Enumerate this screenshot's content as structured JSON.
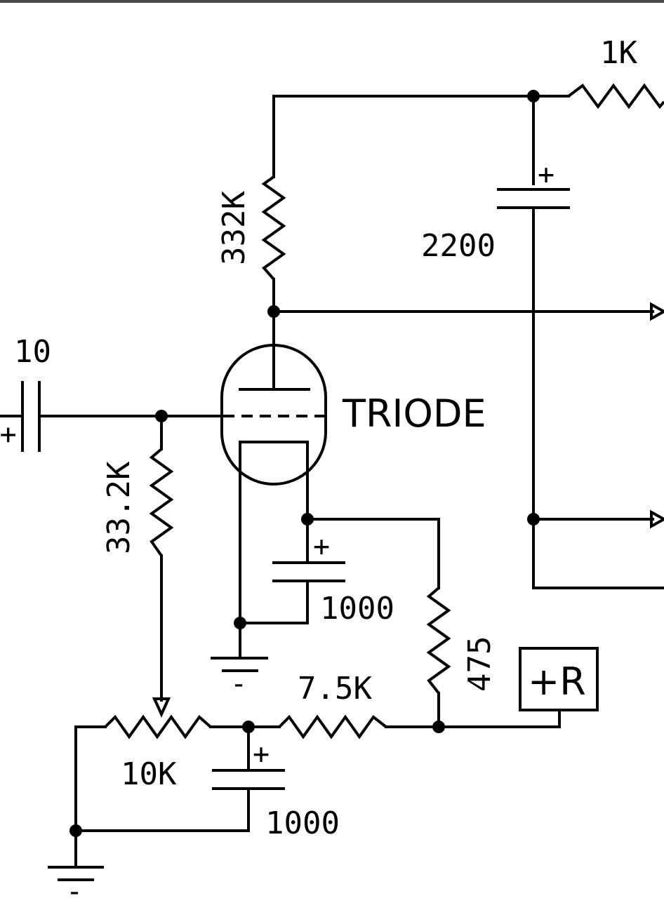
{
  "components": {
    "r_load": {
      "label": "1K"
    },
    "r_plate": {
      "label": "332K"
    },
    "c_supply": {
      "label": "2200",
      "polarity": "+"
    },
    "c_input": {
      "label": "10",
      "polarity": "+"
    },
    "tube": {
      "label": "TRIODE"
    },
    "r_grid": {
      "label": "33.2K"
    },
    "c_cathode": {
      "label": "1000",
      "polarity": "+"
    },
    "r_475": {
      "label": "475"
    },
    "ground_upper": {
      "sign": "-"
    },
    "r_series": {
      "label": "7.5K"
    },
    "supply_terminal": {
      "label": "+R"
    },
    "pot": {
      "label": "10K"
    },
    "c_bias": {
      "label": "1000",
      "polarity": "+"
    },
    "ground_lower": {
      "sign": "-"
    }
  }
}
